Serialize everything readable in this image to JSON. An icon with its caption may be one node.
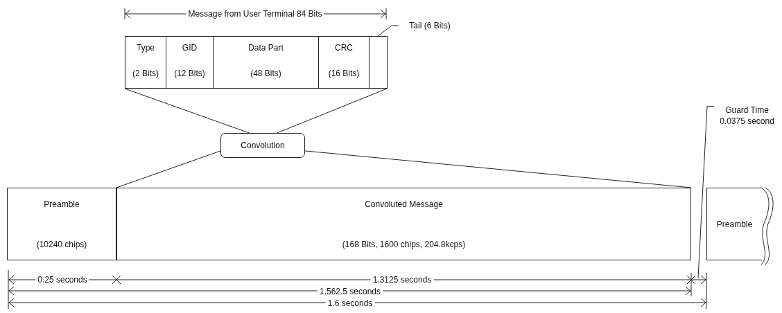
{
  "diagram": {
    "nodes": [
      {
        "text": [],
        "shape": "box"
      },
      {
        "text": [
          "Type",
          "(2 Bits)"
        ],
        "in": 0
      },
      {
        "text": [
          "GID",
          "(12 Bits)"
        ],
        "in": 0
      },
      {
        "text": [
          "Data Part",
          "(48 Bits)"
        ],
        "in": 0
      },
      {
        "text": [
          "CRC",
          "(16 Bits)"
        ],
        "in": 0
      },
      {
        "text": [],
        "shape": "box",
        "in": 0
      },
      {
        "text": [
          "Tail (6 Bits)"
        ]
      },
      {
        "text": [
          "Convolution"
        ]
      },
      {
        "text": [
          "Preamble",
          "(10240 chips)"
        ]
      },
      {
        "text": [
          "Convoluted Message",
          "(168 Bits, 1600 chips, 204.8kcps)"
        ]
      },
      {
        "text": [
          "Preamble"
        ]
      },
      {
        "text": [
          "Guard Time 0.0375 second"
        ]
      }
    ],
    "edges": [
      {
        "from": 0,
        "to": 7,
        "arrow": "none"
      },
      {
        "from": 0,
        "to": 7,
        "arrow": "none"
      },
      {
        "from": 7,
        "to": 9,
        "arrow": "none"
      },
      {
        "from": 7,
        "to": 9,
        "arrow": "none"
      },
      {
        "from": 6,
        "to": 5,
        "arrow": "none"
      },
      {
        "from": 11,
        "to": null,
        "arrow": "none"
      }
    ],
    "labels": [
      "Message from User Terminal 84 Bits",
      "0.25 seconds",
      "1.3125 seconds",
      "1.562.5 seconds",
      "1.6 seconds"
    ]
  }
}
